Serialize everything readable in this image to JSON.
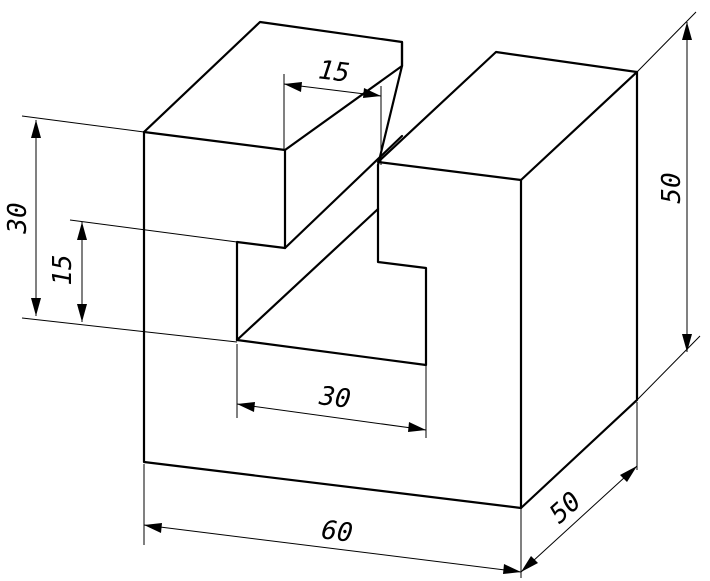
{
  "colors": {
    "line": "#000000",
    "background": "#ffffff"
  },
  "dimensions": {
    "width_total": "60",
    "depth": "50",
    "height": "50",
    "slot_height_outer": "30",
    "slot_height_inner": "15",
    "slot_width": "30",
    "top_gap": "15"
  }
}
